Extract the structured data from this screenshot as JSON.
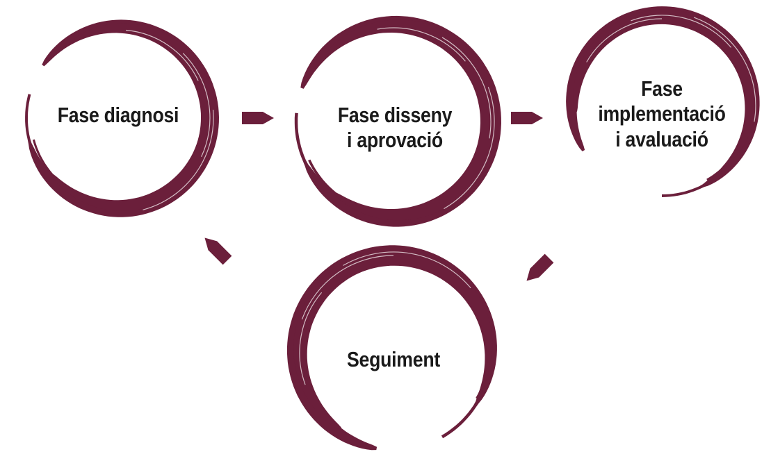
{
  "colors": {
    "ring": "#6b1f3b",
    "ring_highlight": "#ffffff",
    "text": "#1a1a1a",
    "background": "#ffffff"
  },
  "phases": {
    "diagnosi": {
      "lines": [
        "Fase diagnosi"
      ]
    },
    "disseny": {
      "lines": [
        "Fase disseny",
        "i aprovació"
      ]
    },
    "implementacio": {
      "lines": [
        "Fase",
        "implementació",
        "i avaluació"
      ]
    },
    "seguiment": {
      "lines": [
        "Seguiment"
      ]
    }
  },
  "arrows": [
    {
      "from": "diagnosi",
      "to": "disseny",
      "icon": "arrow-right-icon"
    },
    {
      "from": "disseny",
      "to": "implementacio",
      "icon": "arrow-right-icon"
    },
    {
      "from": "implementacio",
      "to": "seguiment",
      "icon": "arrow-down-left-icon"
    },
    {
      "from": "seguiment",
      "to": "diagnosi",
      "icon": "arrow-up-left-icon"
    }
  ]
}
